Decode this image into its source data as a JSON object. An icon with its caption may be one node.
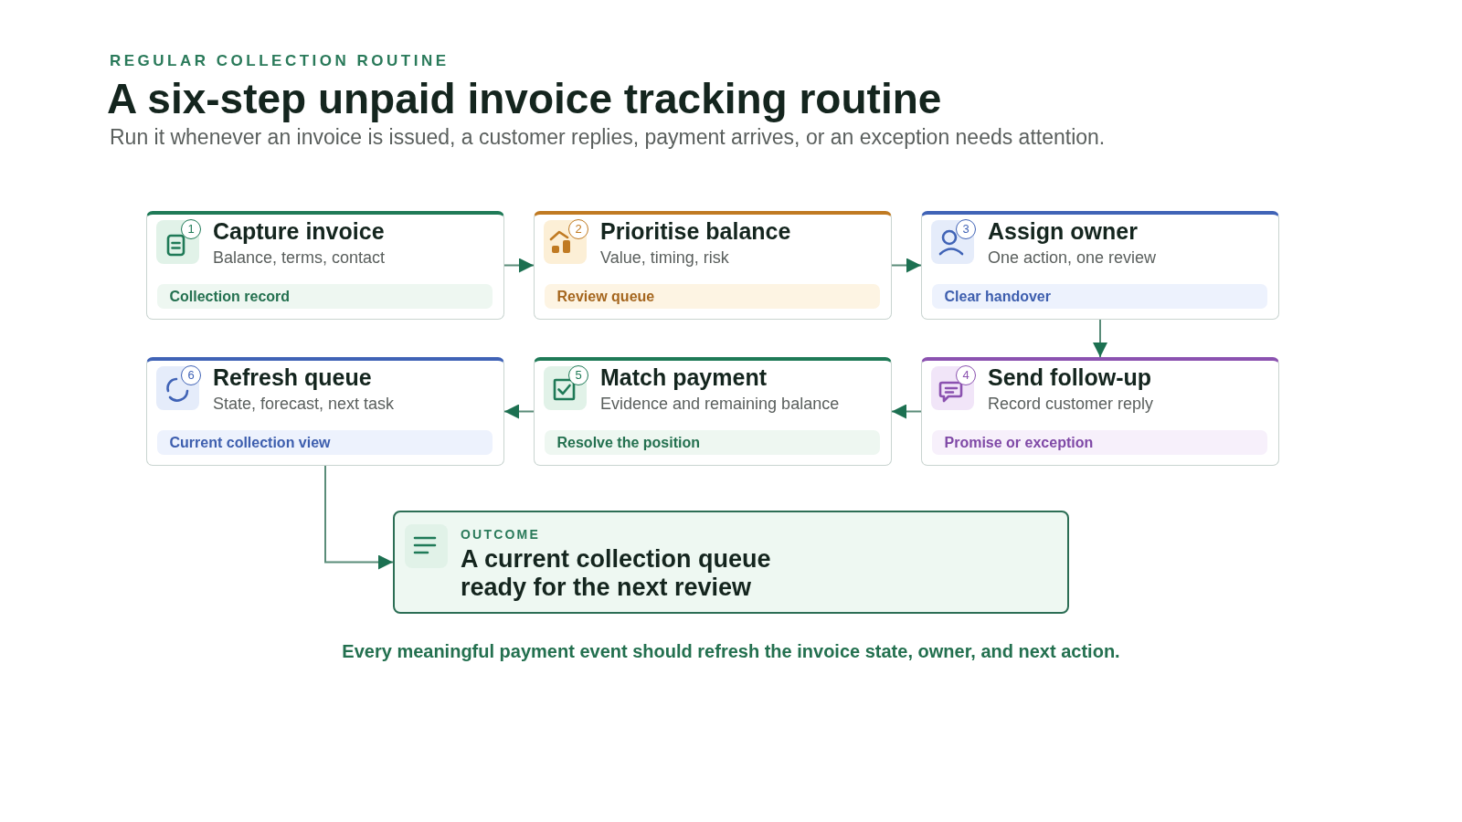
{
  "diagram": {
    "title": "A six-step unpaid invoice tracking routine",
    "nodes": [
      {
        "text": [
          "1",
          "Capture invoice",
          "Balance, terms, contact",
          "Collection record"
        ]
      },
      {
        "text": [
          "2",
          "Prioritise balance",
          "Value, timing, risk",
          "Review queue"
        ]
      },
      {
        "text": [
          "3",
          "Assign owner",
          "One action, one review",
          "Clear handover"
        ]
      },
      {
        "text": [
          "4",
          "Send follow-up",
          "Record customer reply",
          "Promise or exception"
        ]
      },
      {
        "text": [
          "5",
          "Match payment",
          "Evidence and remaining balance",
          "Resolve the position"
        ]
      },
      {
        "text": [
          "6",
          "Refresh queue",
          "State, forecast, next task",
          "Current collection view"
        ]
      },
      {
        "text": [
          "OUTCOME",
          "A current collection queue ready for the next review"
        ]
      }
    ],
    "edges": [
      {
        "from": 0,
        "to": 1,
        "arrow": "to"
      },
      {
        "from": 1,
        "to": 2,
        "arrow": "to"
      },
      {
        "from": 2,
        "to": 3,
        "arrow": "to"
      },
      {
        "from": 3,
        "to": 4,
        "arrow": "to"
      },
      {
        "from": 4,
        "to": 5,
        "arrow": "to"
      },
      {
        "from": 5,
        "to": 6,
        "arrow": "to"
      }
    ],
    "labels": [
      "REGULAR COLLECTION ROUTINE",
      "Run it whenever an invoice is issued, a customer replies, payment arrives, or an exception needs attention.",
      "Every meaningful payment event should refresh the invoice state, owner, and next action."
    ]
  }
}
